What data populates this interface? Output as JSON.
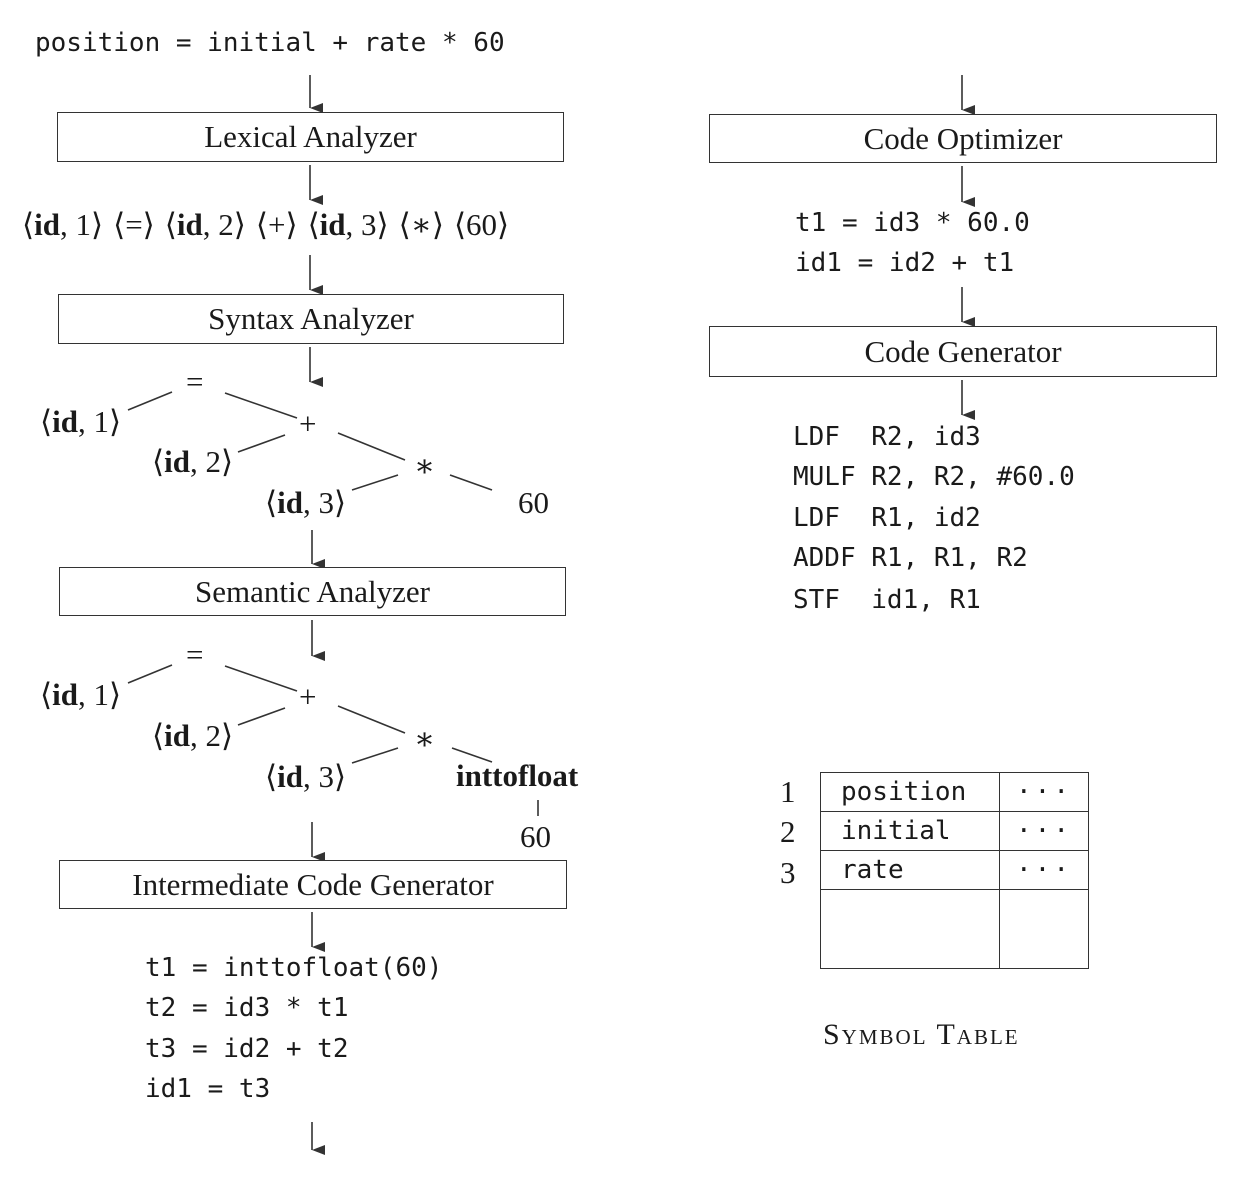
{
  "source_statement": "position = initial + rate * 60",
  "phases": {
    "lexical": "Lexical Analyzer",
    "syntax": "Syntax Analyzer",
    "semantic": "Semantic Analyzer",
    "intermediate": "Intermediate Code Generator",
    "optimizer": "Code Optimizer",
    "generator": "Code Generator"
  },
  "tokens": [
    {
      "name": "id",
      "attr": ", 1"
    },
    {
      "name": "",
      "attr": "="
    },
    {
      "name": "id",
      "attr": ", 2"
    },
    {
      "name": "",
      "attr": "+"
    },
    {
      "name": "id",
      "attr": ", 3"
    },
    {
      "name": "",
      "attr": "∗"
    },
    {
      "name": "",
      "attr": "60"
    }
  ],
  "syntax_tree": {
    "assign": "=",
    "plus": "+",
    "times": "∗",
    "const": "60",
    "id1": {
      "name": "id",
      "attr": ", 1"
    },
    "id2": {
      "name": "id",
      "attr": ", 2"
    },
    "id3": {
      "name": "id",
      "attr": ", 3"
    }
  },
  "semantic_tree": {
    "assign": "=",
    "plus": "+",
    "times": "∗",
    "conv": "inttofloat",
    "const": "60",
    "id1": {
      "name": "id",
      "attr": ", 1"
    },
    "id2": {
      "name": "id",
      "attr": ", 2"
    },
    "id3": {
      "name": "id",
      "attr": ", 3"
    }
  },
  "intermediate_code": [
    "t1 = inttofloat(60)",
    "t2 = id3 * t1",
    "t3 = id2 + t2",
    "id1 = t3"
  ],
  "optimized_code": [
    "t1 = id3 * 60.0",
    "id1 = id2 + t1"
  ],
  "target_code": [
    "LDF  R2, id3",
    "MULF R2, R2, #60.0",
    "LDF  R1, id2",
    "ADDF R1, R1, R2",
    "STF  id1, R1"
  ],
  "symbol_table": {
    "title": "Symbol Table",
    "rows": [
      {
        "index": "1",
        "name": "position",
        "info": "···"
      },
      {
        "index": "2",
        "name": "initial",
        "info": "···"
      },
      {
        "index": "3",
        "name": "rate",
        "info": "···"
      }
    ]
  }
}
